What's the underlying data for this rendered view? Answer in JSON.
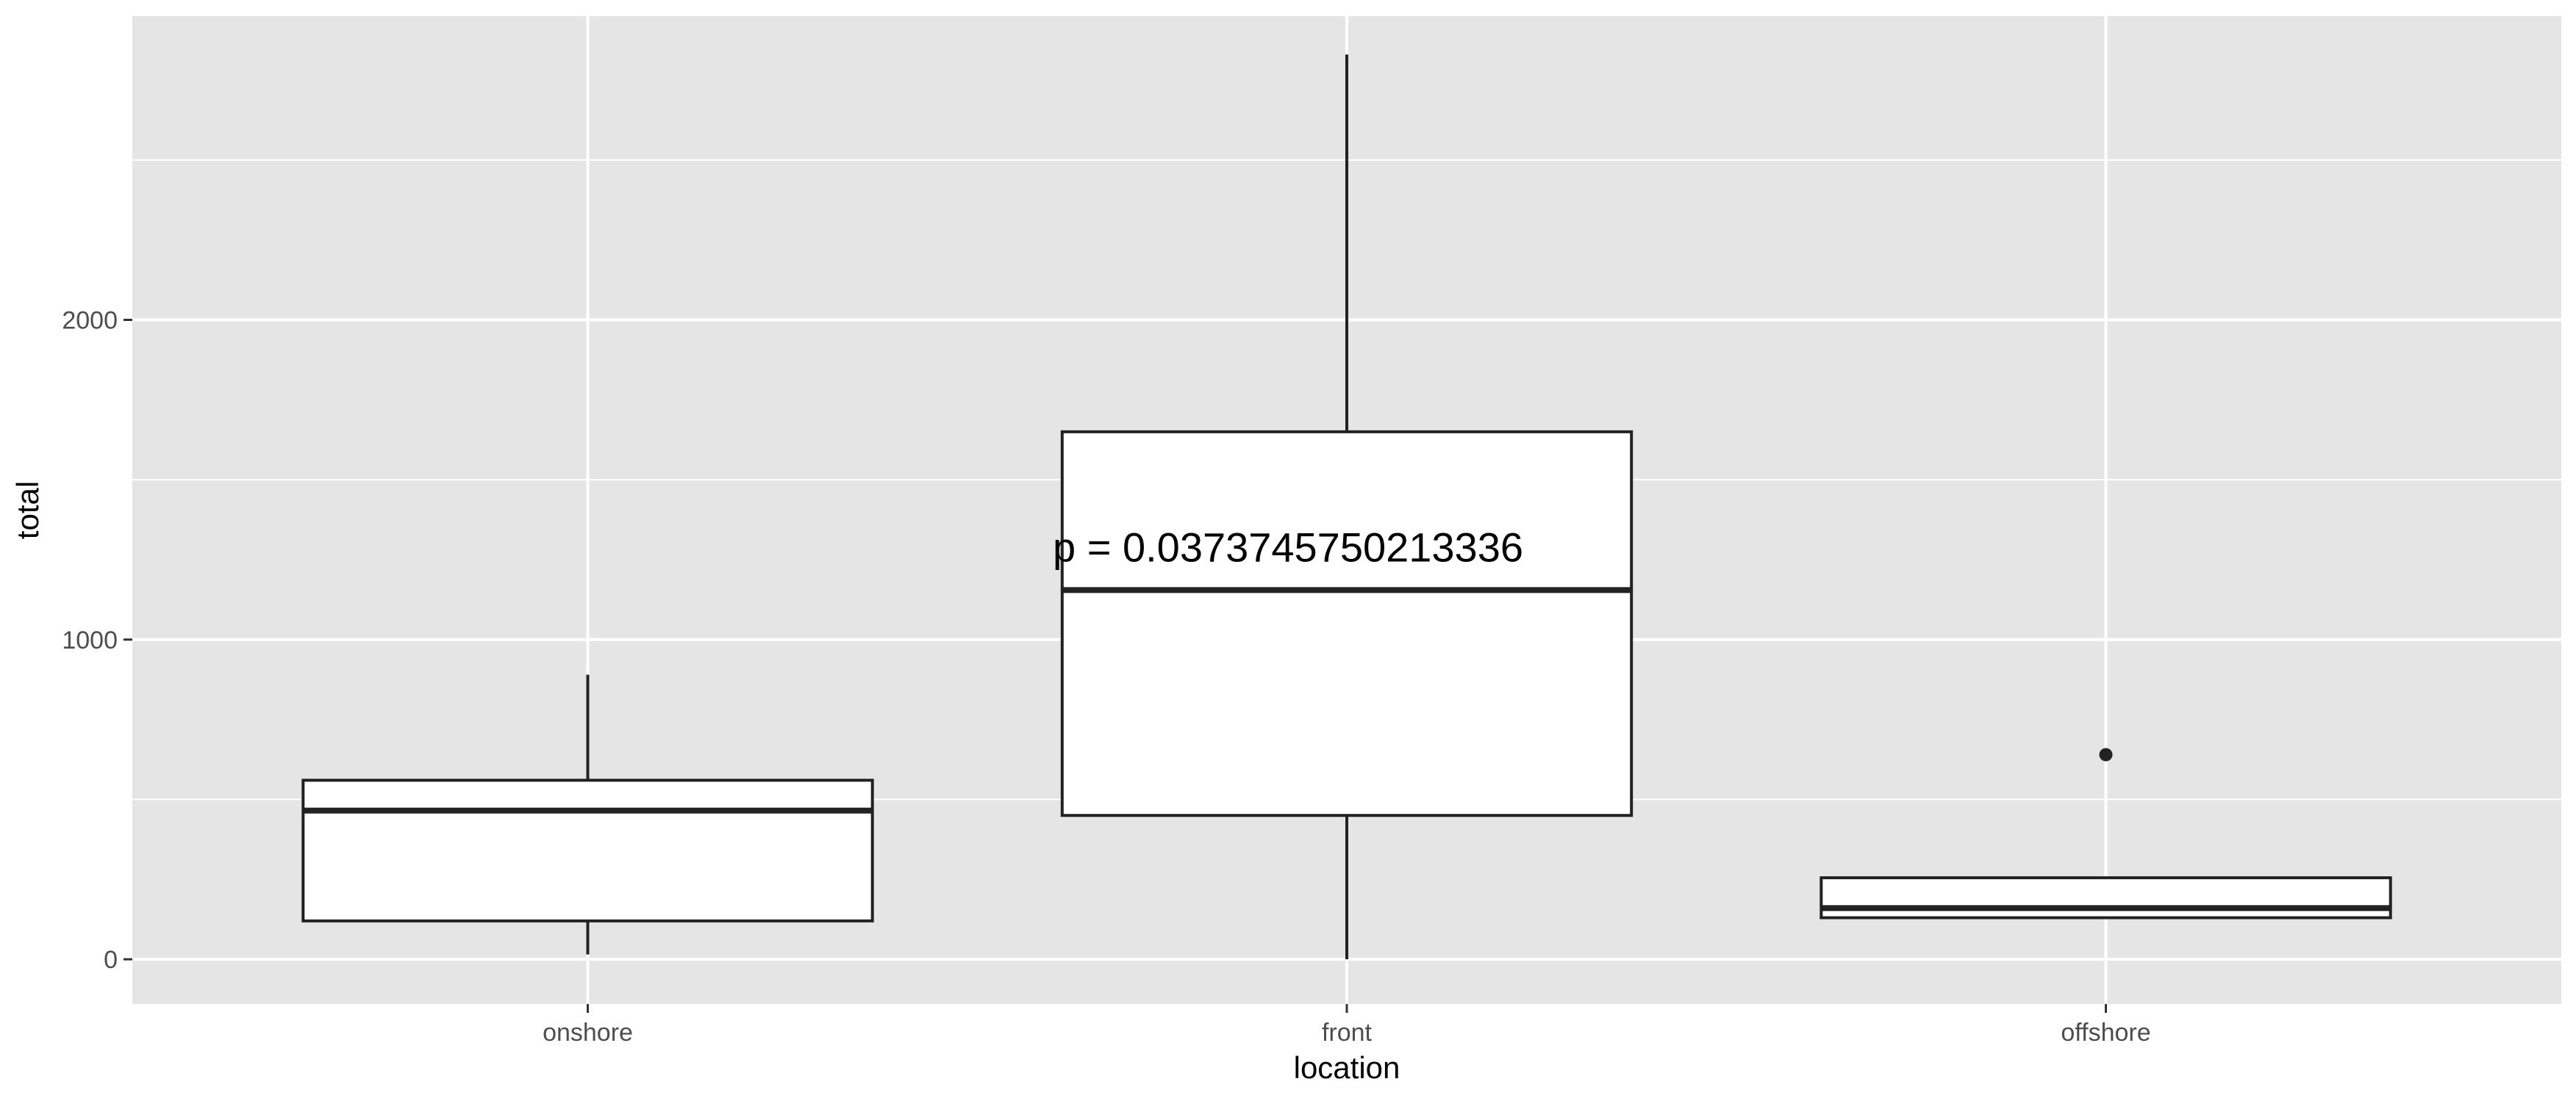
{
  "chart_data": {
    "type": "box",
    "xlabel": "location",
    "ylabel": "total",
    "categories": [
      "onshore",
      "front",
      "offshore"
    ],
    "ylim": [
      -140,
      2950
    ],
    "yticks": [
      0,
      1000,
      2000
    ],
    "ytick_labels": [
      "0",
      "1000",
      "2000"
    ],
    "grid": true,
    "boxes": [
      {
        "category": "onshore",
        "whisker_low": 15,
        "q1": 120,
        "median": 465,
        "q3": 560,
        "whisker_high": 890,
        "outliers": []
      },
      {
        "category": "front",
        "whisker_low": 0,
        "q1": 450,
        "median": 1155,
        "q3": 1650,
        "whisker_high": 2830,
        "outliers": []
      },
      {
        "category": "offshore",
        "whisker_low": 130,
        "q1": 130,
        "median": 160,
        "q3": 255,
        "whisker_high": 255,
        "outliers": [
          640
        ]
      }
    ],
    "annotation": {
      "text": "p = 0.0373745750213336",
      "x": "front",
      "y": 1290
    },
    "colors": {
      "panel": "#e5e5e5",
      "grid": "#ffffff",
      "box_fill": "#ffffff",
      "box_line": "#222222"
    }
  }
}
